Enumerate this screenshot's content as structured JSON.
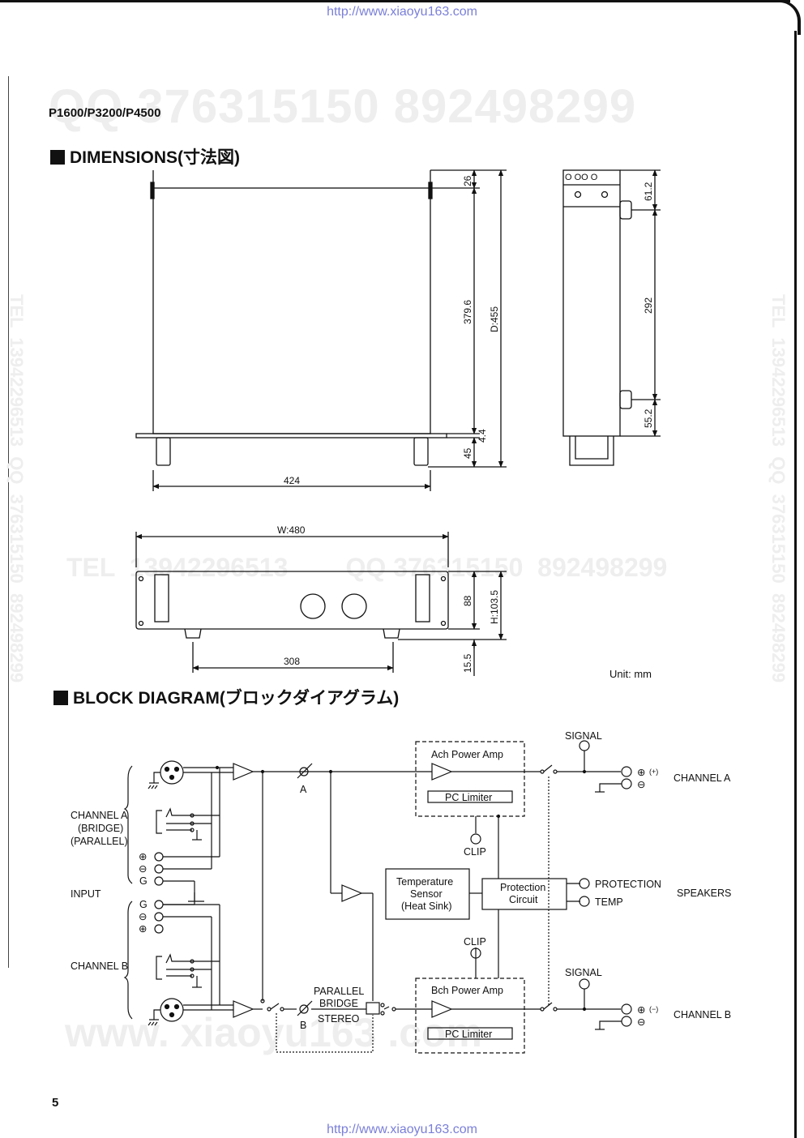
{
  "header_url": "http://www.xiaoyu163.com",
  "footer_url": "http://www.xiaoyu163.com",
  "model": "P1600/P3200/P4500",
  "watermarks": {
    "qq_top": "QQ 376315150   892498299",
    "tel_mid": "TEL  13942296513        QQ 376315150  892498299",
    "tel_left_vertical": "TEL  13942296513  QQ  376315150  892498299",
    "tel_right_vertical": "TEL  13942296513  QQ  376315150  892498299",
    "www_bottom": "www. xiaoyu163 .com"
  },
  "sections": {
    "dimensions_title": "DIMENSIONS(寸法図)",
    "block_title": "BLOCK DIAGRAM(ブロックダイアグラム)"
  },
  "dimensions": {
    "d26": "26",
    "d379": "379.6",
    "d455": "D:455",
    "d44": "4.4",
    "d45": "45",
    "d424": "424",
    "d612": "61.2",
    "d292": "292",
    "d552": "55.2",
    "w480": "W:480",
    "d88": "88",
    "h1035": "H:103.5",
    "d308": "308",
    "d155": "15.5",
    "unit": "Unit: mm"
  },
  "block": {
    "channel_a_bridge": "CHANNEL A",
    "bridge": "(BRIDGE)",
    "parallel": "(PARALLEL)",
    "input": "INPUT",
    "channel_b_in": "CHANNEL B",
    "plus": "⊕",
    "minus": "⊖",
    "g": "G",
    "a": "A",
    "b": "B",
    "ach_amp": "Ach Power Amp",
    "bch_amp": "Bch Power Amp",
    "pc_limiter_a": "PC Limiter",
    "pc_limiter_b": "PC Limiter",
    "clip_top": "CLIP",
    "clip_bottom": "CLIP",
    "temp_sensor_1": "Temperature",
    "temp_sensor_2": "Sensor",
    "temp_sensor_3": "(Heat Sink)",
    "protection_1": "Protection",
    "protection_2": "Circuit",
    "protection_led": "PROTECTION",
    "temp_led": "TEMP",
    "speakers": "SPEAKERS",
    "signal_a": "SIGNAL",
    "signal_b": "SIGNAL",
    "out_a_sign": "(+)",
    "out_b_sign": "(−)",
    "channel_a_out": "CHANNEL A",
    "channel_b_out": "CHANNEL B",
    "mode_parallel": "PARALLEL",
    "mode_bridge": "BRIDGE",
    "mode_stereo": "STEREO"
  },
  "page_number": "5"
}
